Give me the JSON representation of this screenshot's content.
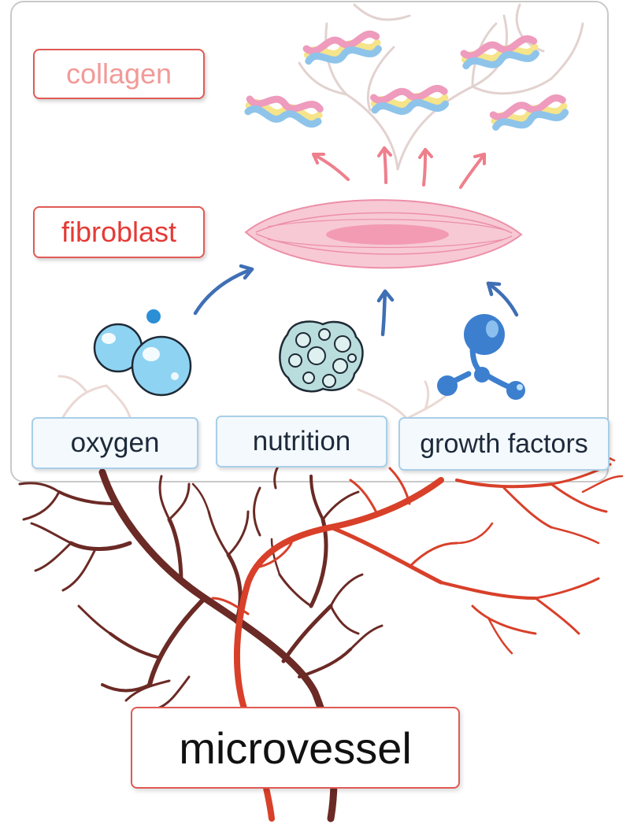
{
  "labels": {
    "collagen": "collagen",
    "fibroblast": "fibroblast",
    "oxygen": "oxygen",
    "nutrition": "nutrition",
    "growth_factors": "growth factors",
    "microvessel": "microvessel"
  },
  "colors": {
    "panel_border": "#c9c9c9",
    "collagen_text": "#f29a98",
    "fibroblast_text": "#e53a36",
    "red_box_border": "#e05a55",
    "blue_box_border": "#a9cfe8",
    "blue_arrow": "#3f6fb5",
    "pink_arrow": "#ee7f8c",
    "fibroblast_fill": "#f7c9d5",
    "nucleus_fill": "#f39bb3",
    "vessel_dark": "#6b2a25",
    "vessel_red": "#d8402a",
    "oxygen_bubble": "#8fd3f2",
    "nutrition_fill": "#b9dcdc",
    "growth_factor_fill": "#3d7fcf",
    "collagen_blue": "#8fc4ea",
    "collagen_pink": "#ee9bbd",
    "collagen_yellow": "#f6e48a"
  }
}
